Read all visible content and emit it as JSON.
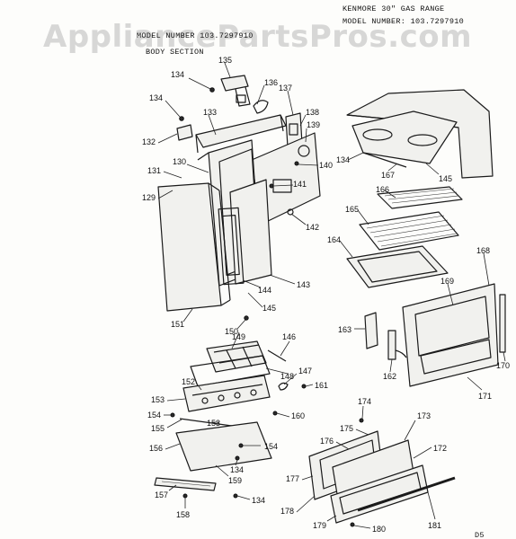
{
  "watermark": "AppliancePartsPros.com",
  "header": {
    "line1": "KENMORE 30\" GAS RANGE",
    "line2": "MODEL NUMBER: 103.7297910",
    "section_model": "MODEL NUMBER 103.7297910",
    "section_title": "BODY SECTION"
  },
  "footer_code": "D5",
  "callouts": [
    {
      "id": "c135",
      "label": "135"
    },
    {
      "id": "c134a",
      "label": "134"
    },
    {
      "id": "c136",
      "label": "136"
    },
    {
      "id": "c134b",
      "label": "134"
    },
    {
      "id": "c133",
      "label": "133"
    },
    {
      "id": "c137",
      "label": "137"
    },
    {
      "id": "c132",
      "label": "132"
    },
    {
      "id": "c138",
      "label": "138"
    },
    {
      "id": "c139",
      "label": "139"
    },
    {
      "id": "c131",
      "label": "131"
    },
    {
      "id": "c130",
      "label": "130"
    },
    {
      "id": "c140",
      "label": "140"
    },
    {
      "id": "c129",
      "label": "129"
    },
    {
      "id": "c141",
      "label": "141"
    },
    {
      "id": "c142",
      "label": "142"
    },
    {
      "id": "c143",
      "label": "143"
    },
    {
      "id": "c144",
      "label": "144"
    },
    {
      "id": "c145a",
      "label": "145"
    },
    {
      "id": "c151",
      "label": "151"
    },
    {
      "id": "c150",
      "label": "150"
    },
    {
      "id": "c134c",
      "label": "134"
    },
    {
      "id": "c167",
      "label": "167"
    },
    {
      "id": "c145b",
      "label": "145"
    },
    {
      "id": "c166",
      "label": "166"
    },
    {
      "id": "c165",
      "label": "165"
    },
    {
      "id": "c164",
      "label": "164"
    },
    {
      "id": "c168",
      "label": "168"
    },
    {
      "id": "c169",
      "label": "169"
    },
    {
      "id": "c163",
      "label": "163"
    },
    {
      "id": "c162",
      "label": "162"
    },
    {
      "id": "c170",
      "label": "170"
    },
    {
      "id": "c171",
      "label": "171"
    },
    {
      "id": "c149",
      "label": "149"
    },
    {
      "id": "c146",
      "label": "146"
    },
    {
      "id": "c148",
      "label": "148"
    },
    {
      "id": "c147",
      "label": "147"
    },
    {
      "id": "c152",
      "label": "152"
    },
    {
      "id": "c161",
      "label": "161"
    },
    {
      "id": "c153a",
      "label": "153"
    },
    {
      "id": "c154a",
      "label": "154"
    },
    {
      "id": "c155",
      "label": "155"
    },
    {
      "id": "c153b",
      "label": "153"
    },
    {
      "id": "c160",
      "label": "160"
    },
    {
      "id": "c156",
      "label": "156"
    },
    {
      "id": "c154b",
      "label": "154"
    },
    {
      "id": "c134d",
      "label": "134"
    },
    {
      "id": "c159",
      "label": "159"
    },
    {
      "id": "c157",
      "label": "157"
    },
    {
      "id": "c134e",
      "label": "134"
    },
    {
      "id": "c158",
      "label": "158"
    },
    {
      "id": "c174",
      "label": "174"
    },
    {
      "id": "c175",
      "label": "175"
    },
    {
      "id": "c173",
      "label": "173"
    },
    {
      "id": "c176",
      "label": "176"
    },
    {
      "id": "c172",
      "label": "172"
    },
    {
      "id": "c177",
      "label": "177"
    },
    {
      "id": "c178",
      "label": "178"
    },
    {
      "id": "c179",
      "label": "179"
    },
    {
      "id": "c180",
      "label": "180"
    },
    {
      "id": "c181",
      "label": "181"
    }
  ]
}
